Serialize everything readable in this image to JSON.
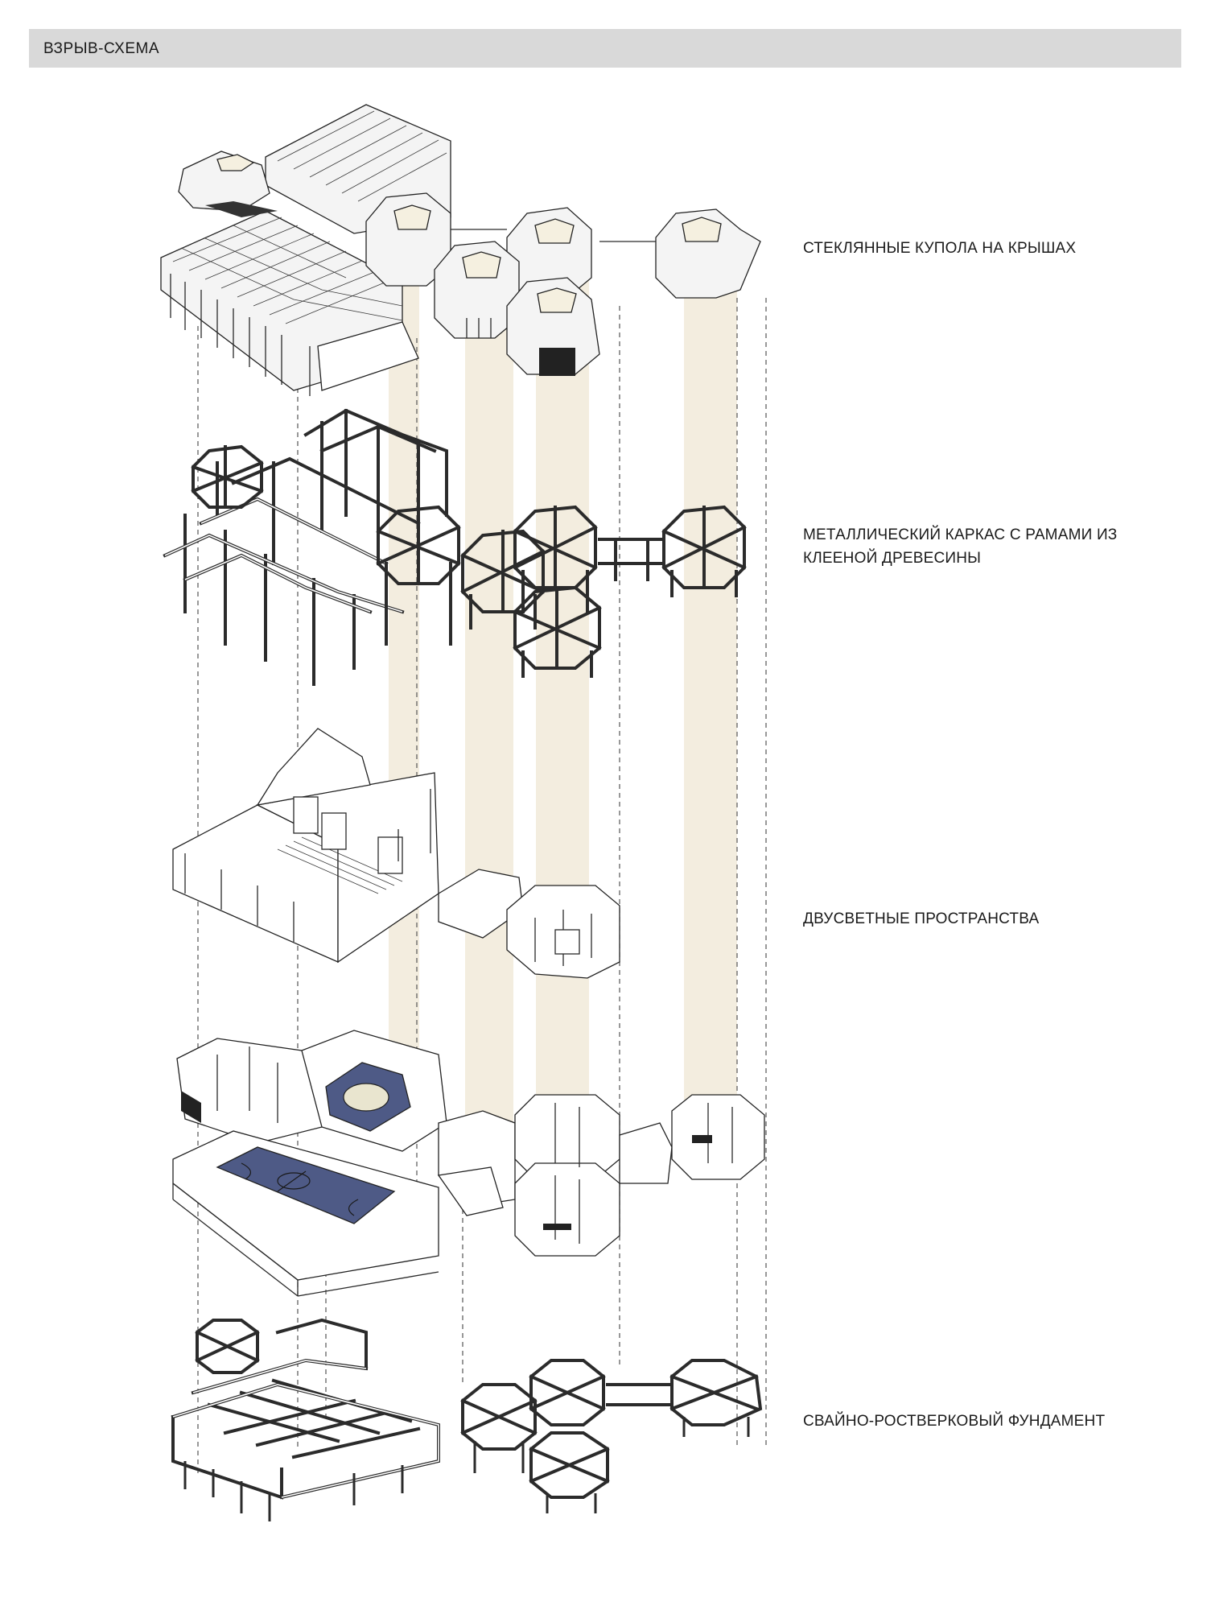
{
  "header": {
    "title": "ВЗРЫВ-СХЕМА"
  },
  "layers": [
    {
      "id": "roofs",
      "label_lines": [
        "СТЕКЛЯННЫЕ КУПОЛА НА КРЫШАХ"
      ]
    },
    {
      "id": "frame",
      "label_lines": [
        "МЕТАЛЛИЧЕСКИЙ КАРКАС С РАМАМИ ИЗ",
        "КЛЕЕНОЙ ДРЕВЕСИНЫ"
      ]
    },
    {
      "id": "double-height",
      "label_lines": [
        "ДВУСВЕТНЫЕ ПРОСТРАНСТВА"
      ]
    },
    {
      "id": "ground-floor",
      "label_lines": []
    },
    {
      "id": "foundation",
      "label_lines": [
        "СВАЙНО-РОСТВЕРКОВЫЙ ФУНДАМЕНТ"
      ]
    }
  ],
  "colors": {
    "light_shaft": "#f3eddf",
    "court_fill": "#4e5a86",
    "header_bar": "#d9d9d9",
    "line": "#222222"
  }
}
